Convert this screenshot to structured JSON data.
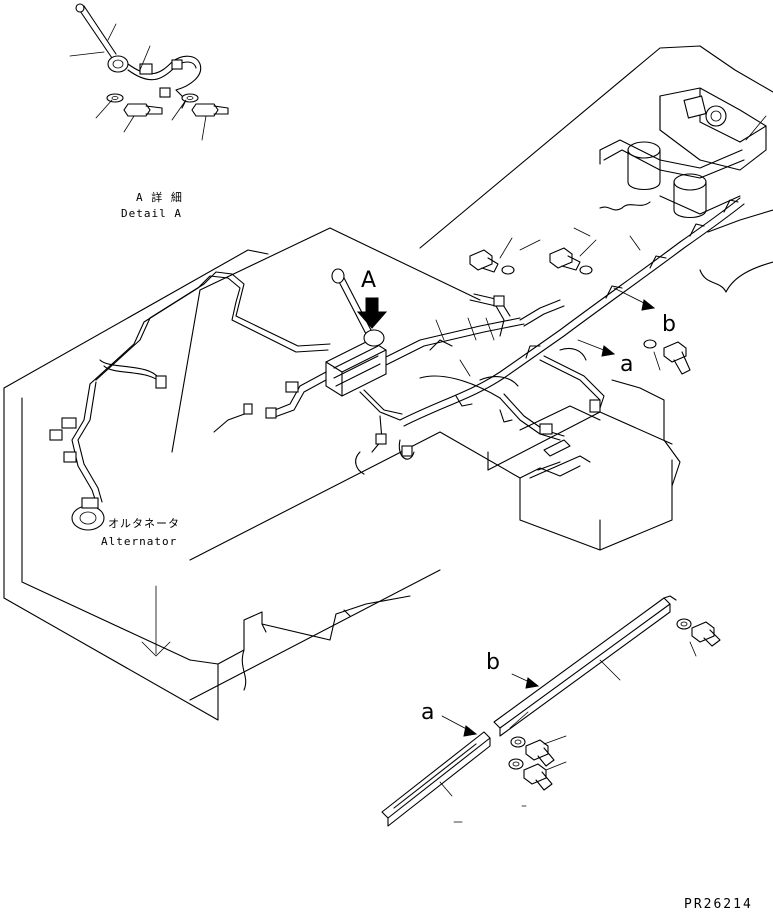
{
  "detail": {
    "label_ja": "A 詳 細",
    "label_en": "Detail A"
  },
  "alternator": {
    "label_ja": "オルタネータ",
    "label_en": "Alternator"
  },
  "markers": {
    "view_a": "A",
    "ref_a_upper": "a",
    "ref_b_upper": "b",
    "ref_a_lower": "a",
    "ref_b_lower": "b"
  },
  "drawing_code": "PR26214"
}
